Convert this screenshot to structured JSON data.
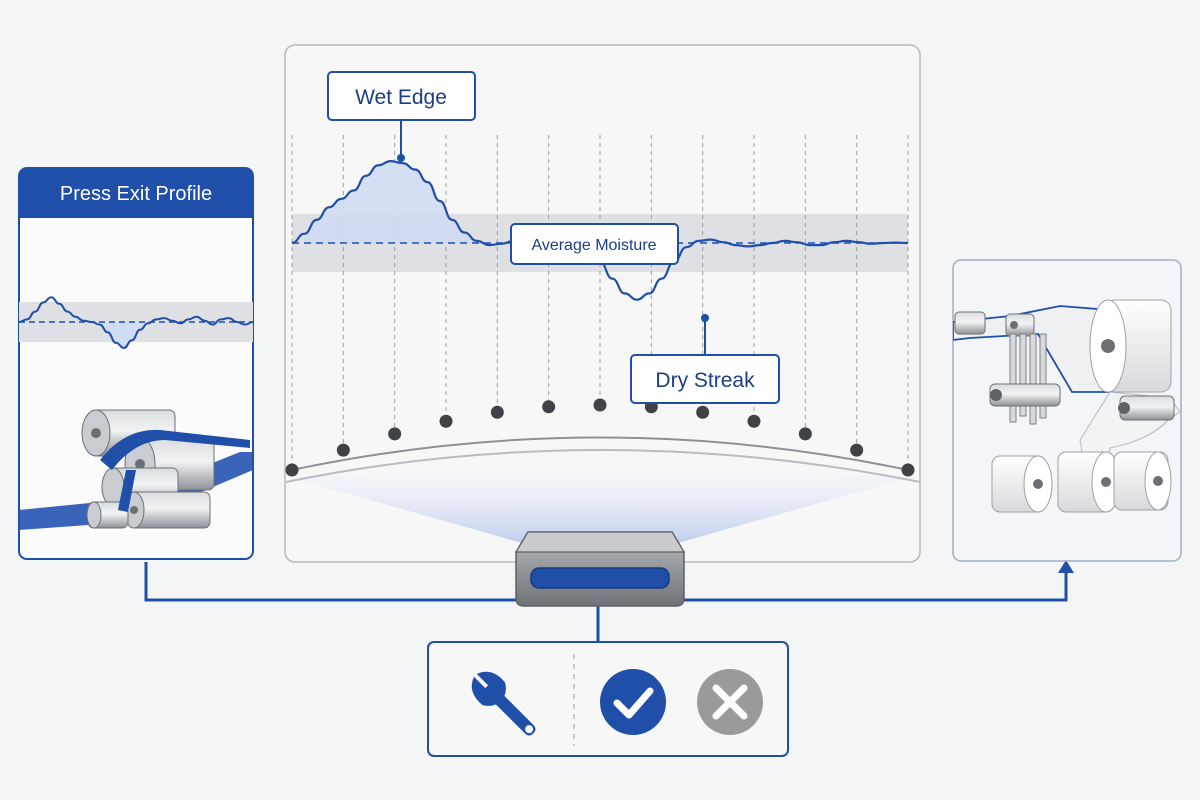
{
  "left_panel": {
    "title": "Press Exit Profile"
  },
  "main_panel": {
    "labels": {
      "wet_edge": "Wet Edge",
      "average": "Average Moisture",
      "dry_streak": "Dry Streak"
    },
    "profile": {
      "x": [
        0,
        2,
        4,
        6,
        8,
        10,
        12,
        14,
        16,
        18,
        20,
        22,
        24,
        26,
        28,
        30,
        32,
        34,
        36,
        38,
        40,
        42,
        44,
        46,
        48,
        50,
        52,
        54,
        56,
        58,
        60,
        62,
        64,
        66,
        68,
        70,
        72,
        74,
        76,
        78,
        80,
        82,
        84,
        86,
        88,
        90,
        92,
        94,
        96,
        98,
        100
      ],
      "moisture": [
        0.0,
        0.22,
        0.55,
        0.85,
        1.05,
        1.25,
        1.6,
        1.85,
        1.95,
        1.9,
        1.75,
        1.45,
        1.0,
        0.55,
        0.25,
        0.05,
        -0.05,
        -0.02,
        0.05,
        0.1,
        0.05,
        0.0,
        -0.05,
        -0.1,
        -0.2,
        -0.45,
        -0.85,
        -1.2,
        -1.35,
        -1.2,
        -0.85,
        -0.45,
        -0.1,
        0.05,
        0.08,
        0.02,
        -0.05,
        -0.08,
        -0.05,
        0.0,
        0.05,
        0.02,
        -0.05,
        -0.05,
        0.02,
        0.05,
        0.02,
        -0.02,
        0.0,
        0.01,
        0.0
      ]
    },
    "scanner_points": 13
  },
  "mini_profile": {
    "moisture": [
      0.0,
      0.1,
      0.4,
      0.75,
      0.95,
      0.7,
      0.4,
      0.2,
      0.05,
      0.0,
      -0.1,
      -0.4,
      -0.8,
      -1.0,
      -0.7,
      -0.3,
      -0.05,
      0.1,
      0.15,
      0.05,
      -0.05,
      0.1,
      0.2,
      0.05,
      -0.1,
      0.1,
      0.15,
      0.0,
      -0.1,
      0.0
    ]
  },
  "actions": {
    "adjust": "wrench-icon",
    "accept": "check-icon",
    "reject": "close-icon"
  },
  "colors": {
    "accent": "#1f4fa8",
    "line": "#1f4fa8",
    "fill": "#cfdcf3",
    "band": "#dedfe3",
    "gray_icon": "#9a9a9a"
  }
}
